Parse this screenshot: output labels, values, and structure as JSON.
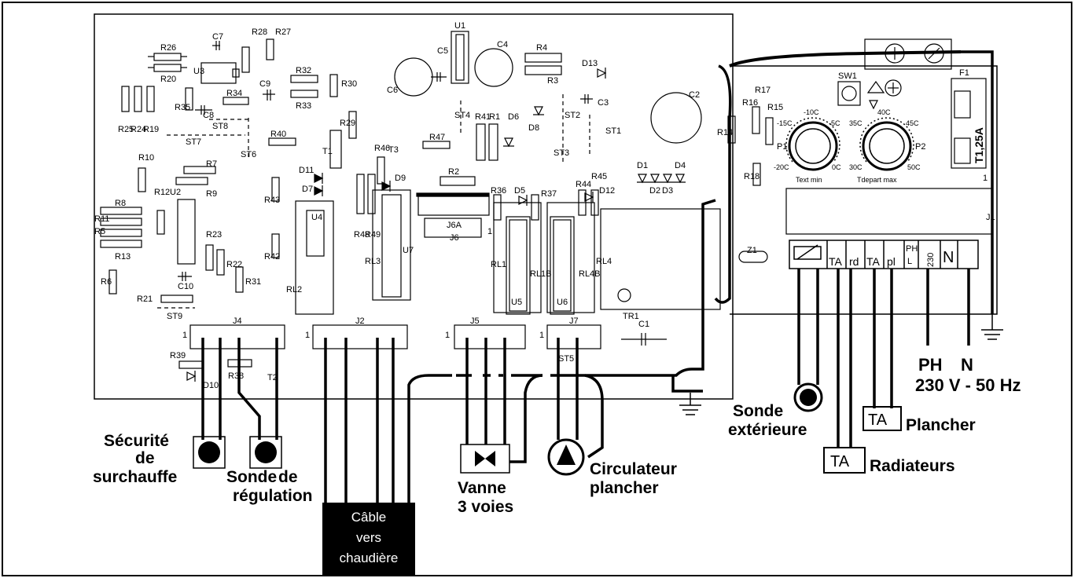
{
  "components": {
    "resistors": [
      "R26",
      "R20",
      "R28",
      "R27",
      "R32",
      "R33",
      "R30",
      "R35",
      "R34",
      "R25",
      "R24",
      "R19",
      "R10",
      "R12",
      "R7",
      "R9",
      "R8",
      "R11",
      "R5",
      "R13",
      "R6",
      "R21",
      "R23",
      "R22",
      "R31",
      "R40",
      "R43",
      "R42",
      "R29",
      "R46",
      "R48",
      "R49",
      "R47",
      "R2",
      "R41",
      "R1",
      "R4",
      "R3",
      "R36",
      "R37",
      "R44",
      "R45",
      "R14",
      "R16",
      "R17",
      "R15",
      "R18",
      "R39",
      "R38"
    ],
    "capacitors": [
      "C7",
      "C9",
      "C8",
      "C10",
      "C5",
      "C6",
      "C4",
      "C3",
      "C2",
      "C1"
    ],
    "ics": [
      "U3",
      "U2",
      "U4",
      "U7",
      "U1",
      "U5",
      "U6"
    ],
    "relays": [
      "RL2",
      "RL3",
      "RL1",
      "RL1B",
      "RL4B",
      "RL4"
    ],
    "diodes": [
      "D11",
      "D7",
      "D9",
      "D6",
      "D8",
      "D13",
      "D5",
      "D12",
      "D1",
      "D2",
      "D3",
      "D4",
      "D10"
    ],
    "transistors": [
      "T1",
      "T2",
      "T3"
    ],
    "jumpers": [
      "ST8",
      "ST7",
      "ST6",
      "ST4",
      "ST2",
      "ST3",
      "ST1",
      "ST9",
      "ST5"
    ],
    "connectors": [
      "J4",
      "J2",
      "J5",
      "J7",
      "J6",
      "J6A",
      "J1"
    ],
    "pin_one": "1",
    "misc": [
      "TR1",
      "Z1",
      "SW1",
      "P1",
      "P2",
      "F1"
    ]
  },
  "fuse": {
    "label": "T1,25A"
  },
  "dials": {
    "p1_ticks": [
      "-15C",
      "-10C",
      "-5C",
      "-20C",
      "0C"
    ],
    "p1_label": "Text min",
    "p2_ticks": [
      "35C",
      "40C",
      "45C",
      "30C",
      "50C"
    ],
    "p2_label": "Tdepart max"
  },
  "terminal_block": {
    "pins": [
      "TA",
      "rd",
      "TA",
      "pl",
      "PH",
      "L",
      "230",
      "N"
    ]
  },
  "annotations": {
    "power_phase": "PH",
    "power_neutral": "N",
    "power_spec": "230 V - 50 Hz",
    "outdoor_sensor": [
      "Sonde",
      "extérieure"
    ],
    "ta_floor_box": "TA",
    "ta_floor_label": "Plancher",
    "ta_radiators_box": "TA",
    "ta_radiators_label": "Radiateurs",
    "overheat_safety": [
      "Sécurité",
      "de",
      "surchauffe"
    ],
    "regulation_sensor": [
      "Sonde",
      "de",
      "régulation"
    ],
    "cable": [
      "Câble",
      "vers",
      "chaudière"
    ],
    "valve": [
      "Vanne",
      "3 voies"
    ],
    "circulator": [
      "Circulateur",
      "plancher"
    ]
  },
  "colors": {
    "ink": "#000000",
    "paper": "#ffffff"
  }
}
